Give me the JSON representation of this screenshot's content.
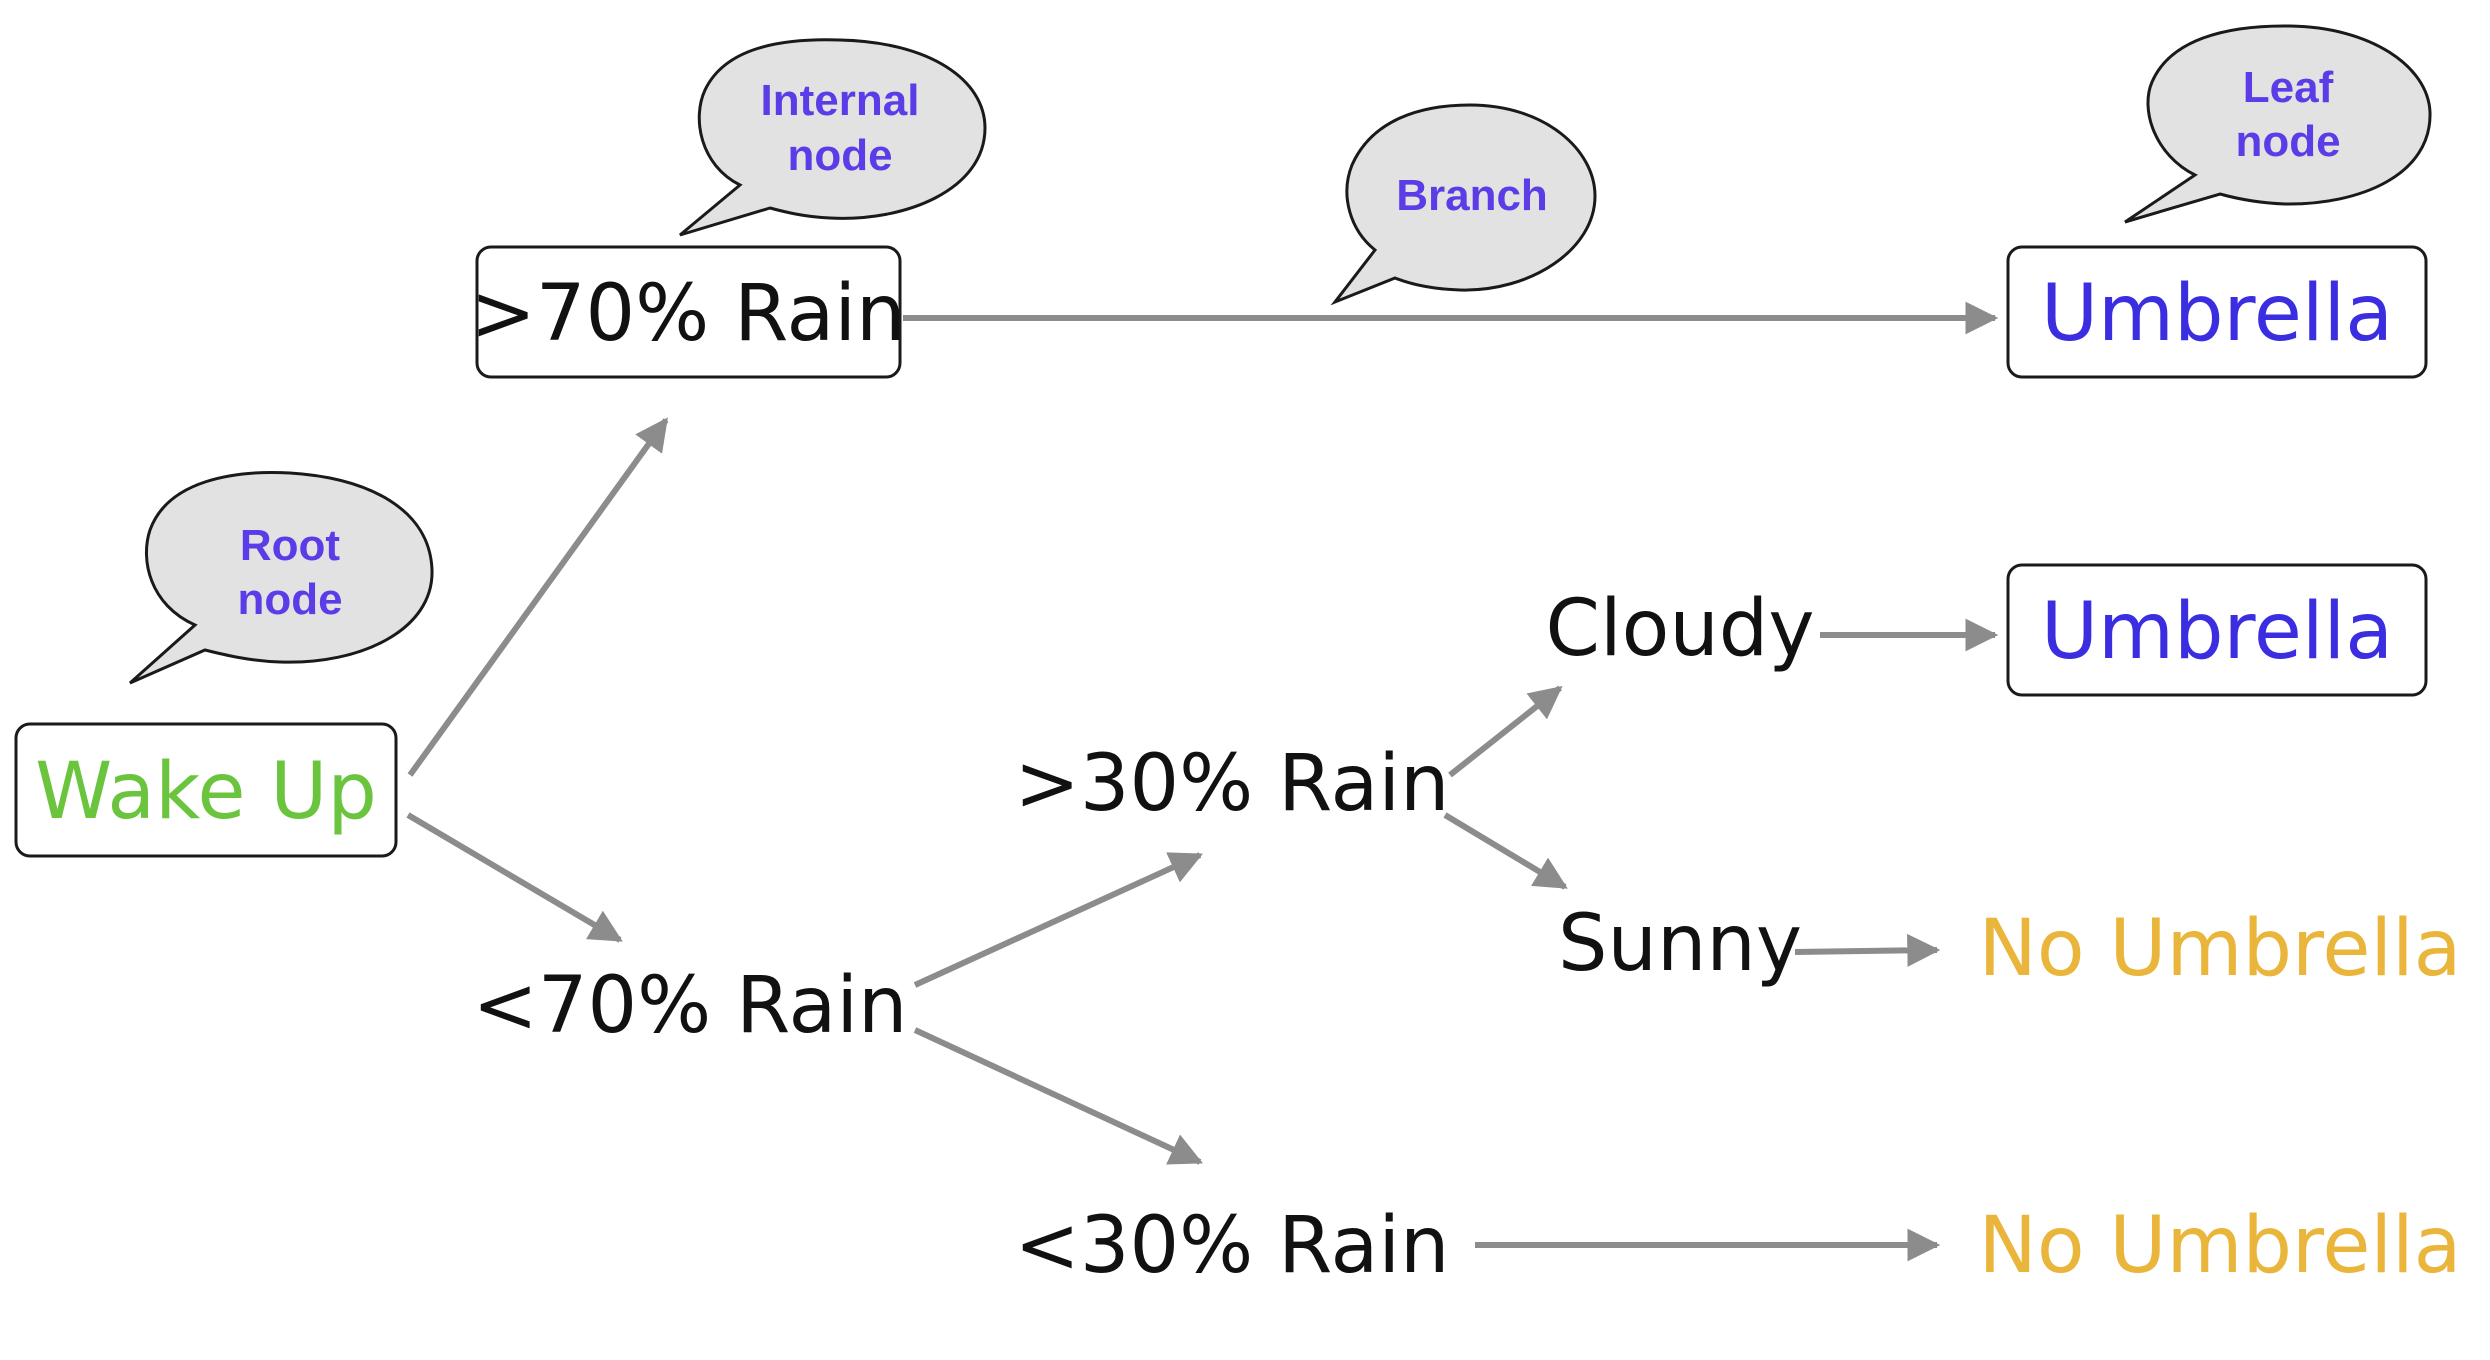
{
  "colors": {
    "root": "#6bc43e",
    "leaf_yes": "#3b2ee0",
    "leaf_no": "#e9b53a",
    "node": "#111111",
    "callout": "#5b3ce6",
    "edge": "#8c8c8c"
  },
  "nodes": {
    "wake_up": "Wake Up",
    "gt70": ">70% Rain",
    "lt70": "<70% Rain",
    "gt30": ">30% Rain",
    "lt30": "<30% Rain",
    "cloudy": "Cloudy",
    "sunny": "Sunny",
    "umbrella_top": "Umbrella",
    "umbrella_cloudy": "Umbrella",
    "no_umbrella_sunny": "No Umbrella",
    "no_umbrella_bottom": "No Umbrella"
  },
  "callouts": {
    "root": [
      "Root",
      "node"
    ],
    "internal": [
      "Internal",
      "node"
    ],
    "branch": [
      "Branch"
    ],
    "leaf": [
      "Leaf",
      "node"
    ]
  }
}
